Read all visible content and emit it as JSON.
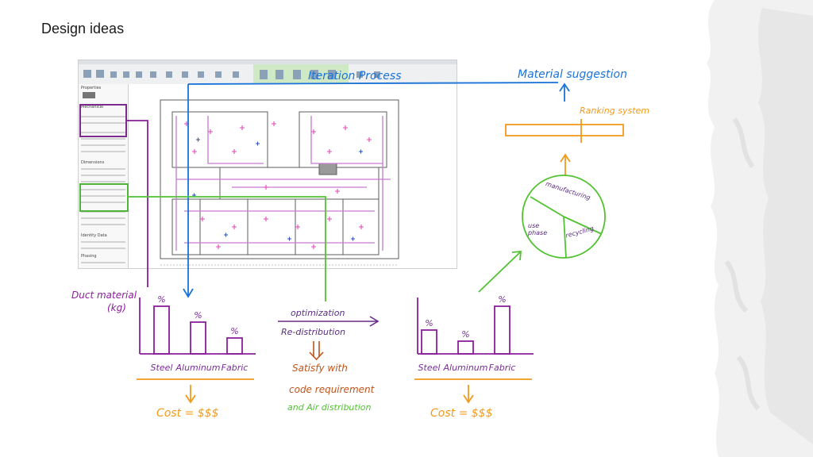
{
  "slide": {
    "title": "Design ideas"
  },
  "annotations": {
    "iteration_process": "Iteration Process",
    "material_suggestion": "Material suggestion",
    "ranking_system": "Ranking system",
    "lifecycle_segments": [
      "manufacturing",
      "use phase",
      "recycling"
    ],
    "duct_material": "Duct material",
    "duct_unit": "(kg)",
    "optimization": "optimization",
    "redistribution": "Re-distribution",
    "satisfy_line1": "Satisfy with",
    "satisfy_line2": "code requirement",
    "satisfy_line3": "and Air distribution",
    "cost_left": "Cost = $$$",
    "cost_right": "Cost = $$$"
  },
  "chart_data": [
    {
      "type": "bar",
      "title": "",
      "xlabel": "",
      "ylabel": "Duct material (kg)",
      "categories": [
        "Steel",
        "Aluminum",
        "Fabric"
      ],
      "data_labels": [
        "%",
        "%",
        "%"
      ],
      "values": [
        3,
        2,
        1
      ],
      "ylim": [
        0,
        3.5
      ],
      "grid": false
    },
    {
      "type": "bar",
      "title": "",
      "xlabel": "",
      "ylabel": "",
      "categories": [
        "Steel",
        "Aluminum",
        "Fabric"
      ],
      "data_labels": [
        "%",
        "%",
        "%"
      ],
      "values": [
        1.5,
        0.8,
        3
      ],
      "ylim": [
        0,
        3.5
      ],
      "grid": false
    }
  ],
  "cad_screenshot": {
    "panel_labels": [
      "Properties",
      "Mechanical",
      "Dimensions",
      "Identity Data",
      "Phasing"
    ]
  }
}
